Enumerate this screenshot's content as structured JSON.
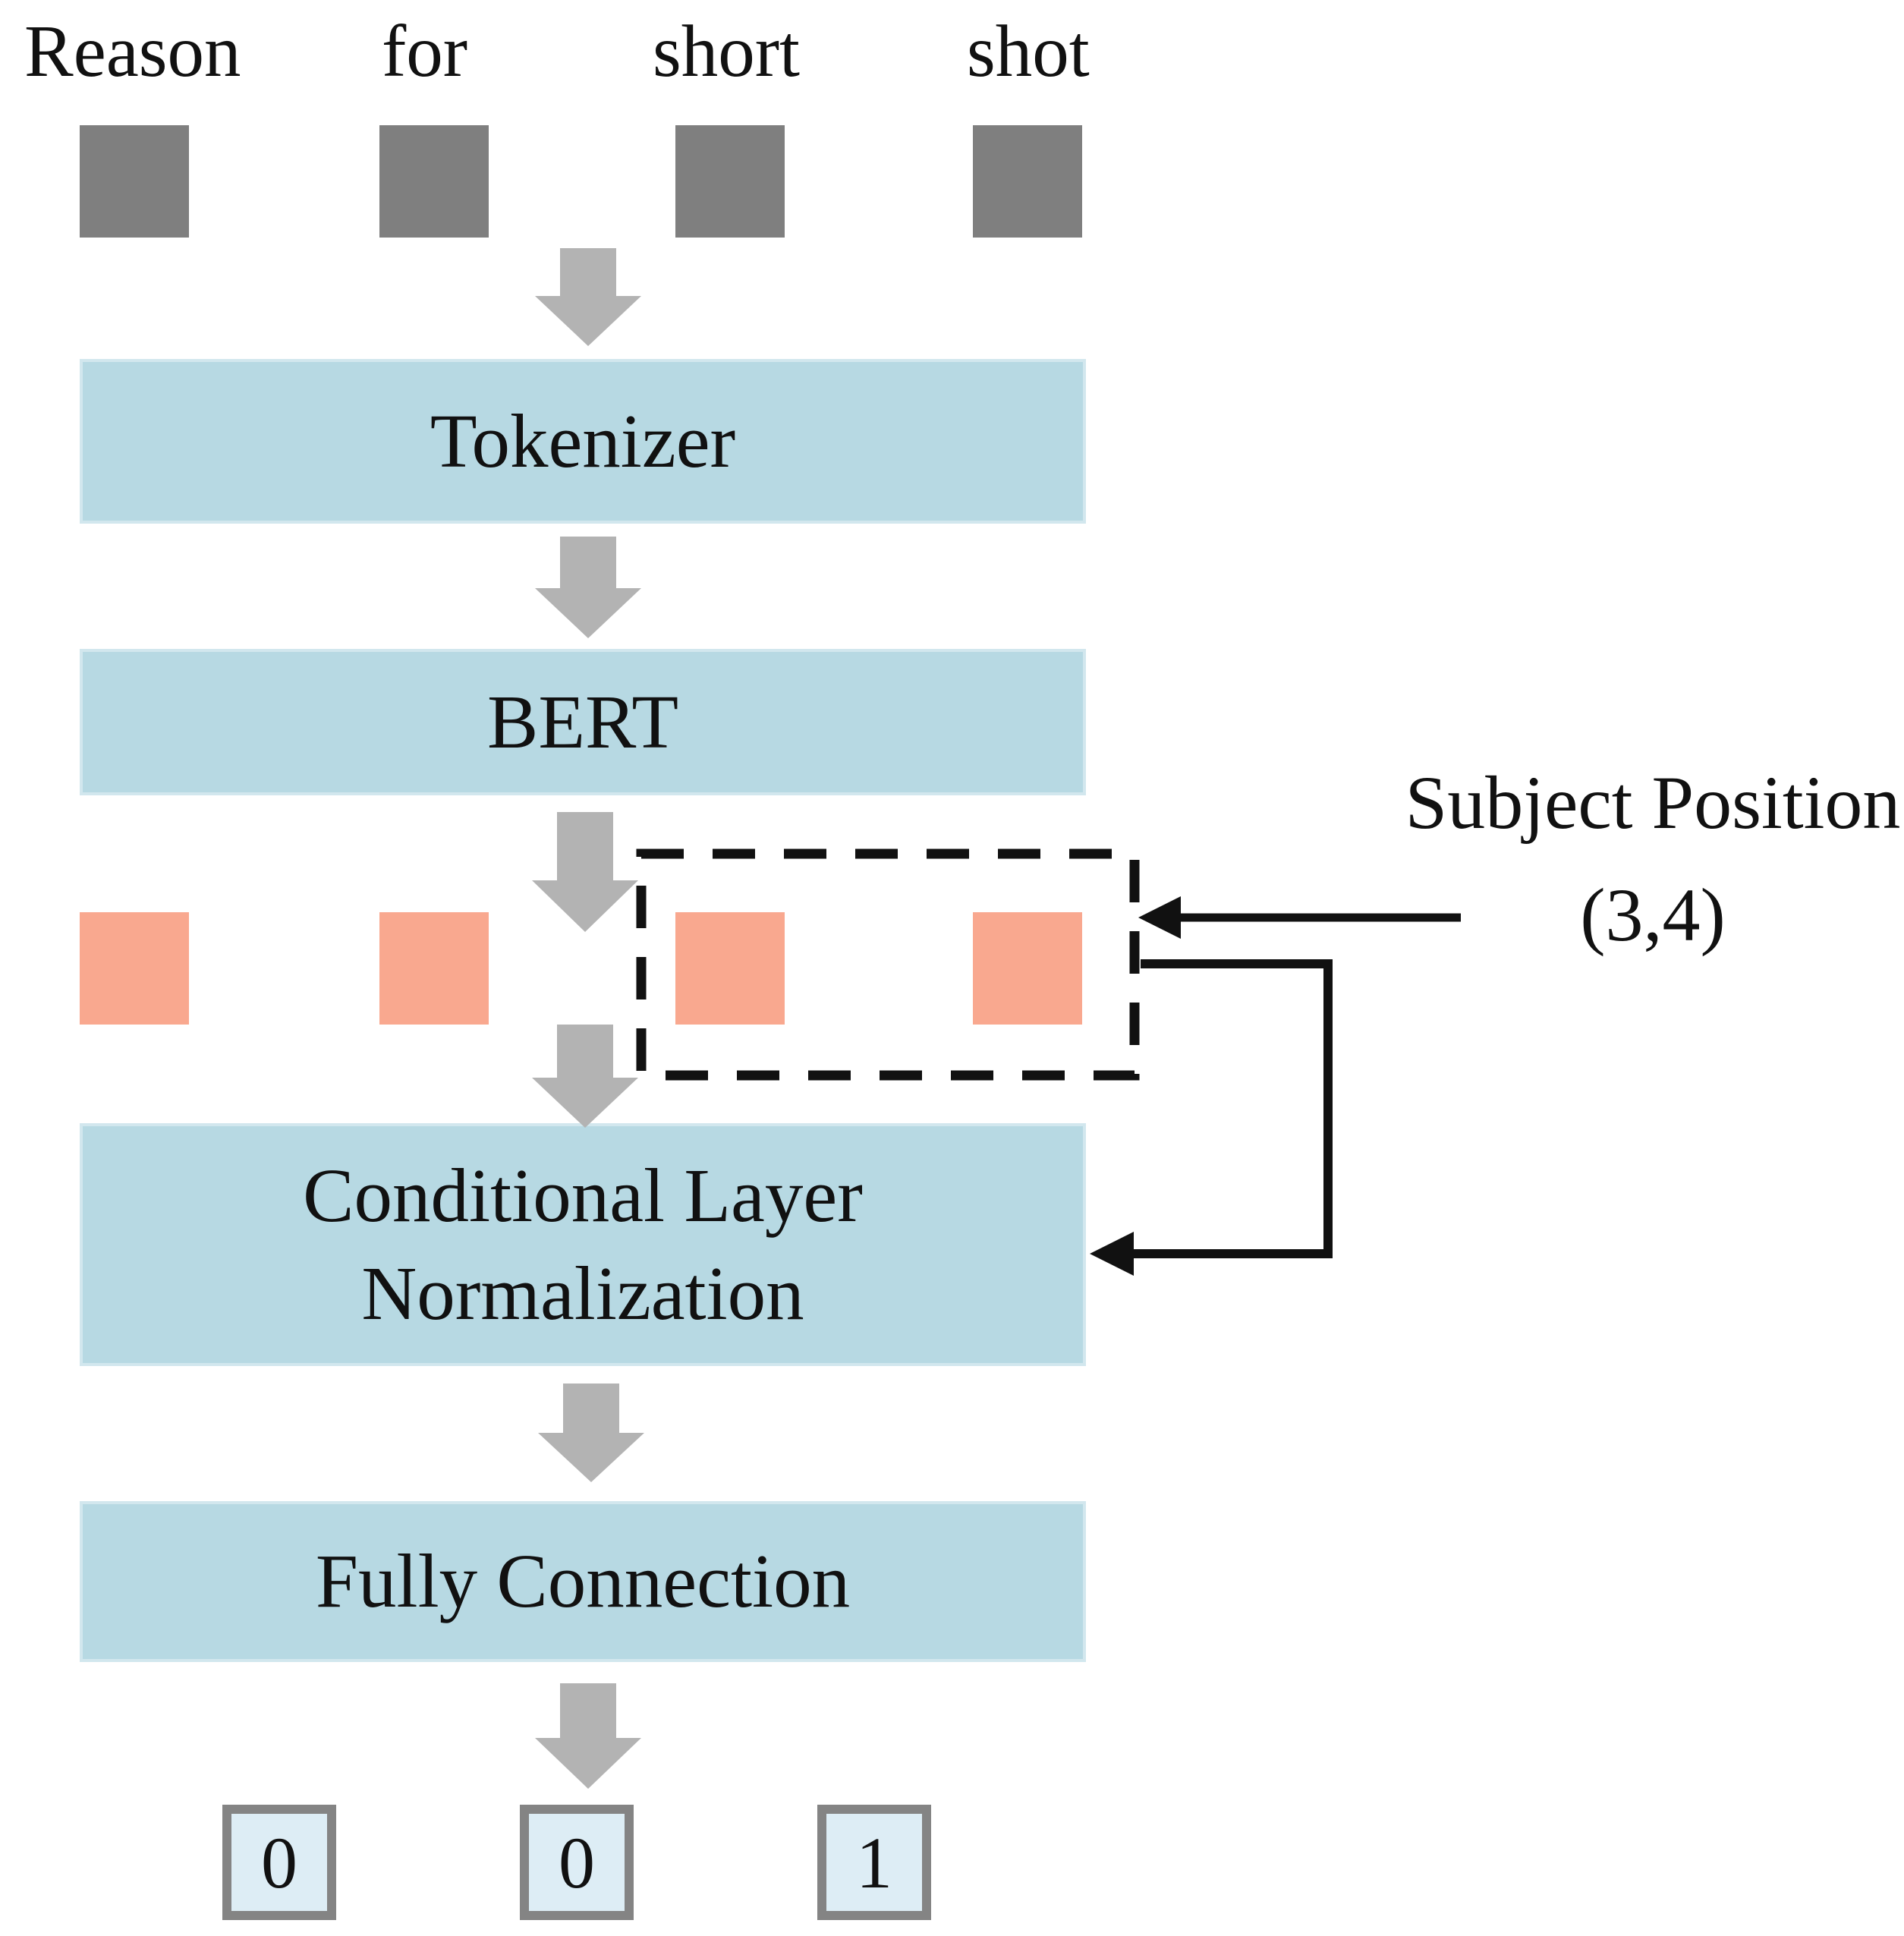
{
  "input": {
    "words": [
      "Reason",
      "for",
      "short",
      "shot"
    ]
  },
  "pipeline": {
    "tokenizer": "Tokenizer",
    "bert": "BERT",
    "cln": {
      "line1": "Conditional Layer",
      "line2": "Normalization"
    },
    "fully_connection": "Fully Connection"
  },
  "annotation": {
    "title": "Subject Position",
    "value": "(3,4)"
  },
  "outputs": [
    "0",
    "0",
    "1"
  ],
  "colors": {
    "block_fill": "#b7d9e3",
    "block_edge": "#d2e7ee",
    "input_token": "#7f7f7f",
    "embedding_token": "#f9a88f",
    "flow_arrow": "#b3b3b3",
    "connector": "#111111",
    "dashed_span_box": "#111111",
    "output_fill": "#ddedf5",
    "output_border": "#848484",
    "text": "#111111"
  }
}
